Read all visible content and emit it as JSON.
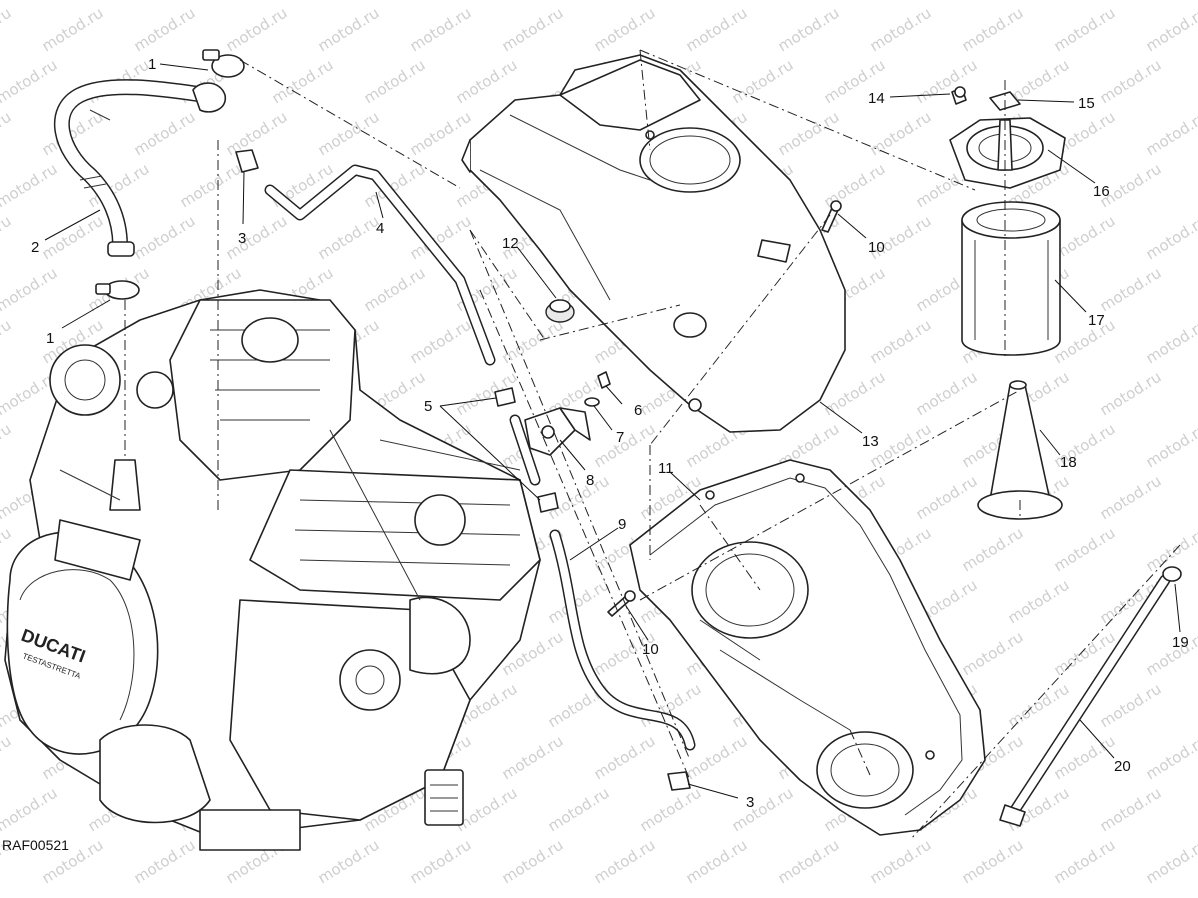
{
  "diagram": {
    "code": "RAF00521",
    "watermark_text": "motod.ru",
    "callouts": [
      {
        "id": "c1a",
        "label": "1"
      },
      {
        "id": "c1b",
        "label": "1"
      },
      {
        "id": "c2",
        "label": "2"
      },
      {
        "id": "c3a",
        "label": "3"
      },
      {
        "id": "c3b",
        "label": "3"
      },
      {
        "id": "c4",
        "label": "4"
      },
      {
        "id": "c5",
        "label": "5"
      },
      {
        "id": "c6",
        "label": "6"
      },
      {
        "id": "c7",
        "label": "7"
      },
      {
        "id": "c8",
        "label": "8"
      },
      {
        "id": "c9",
        "label": "9"
      },
      {
        "id": "c10a",
        "label": "10"
      },
      {
        "id": "c10b",
        "label": "10"
      },
      {
        "id": "c11",
        "label": "11"
      },
      {
        "id": "c12",
        "label": "12"
      },
      {
        "id": "c13",
        "label": "13"
      },
      {
        "id": "c14",
        "label": "14"
      },
      {
        "id": "c15",
        "label": "15"
      },
      {
        "id": "c16",
        "label": "16"
      },
      {
        "id": "c17",
        "label": "17"
      },
      {
        "id": "c18",
        "label": "18"
      },
      {
        "id": "c19",
        "label": "19"
      },
      {
        "id": "c20",
        "label": "20"
      }
    ],
    "engine_logo_text": "DUCATI",
    "engine_sub_text": "TESTASTRETTA"
  }
}
